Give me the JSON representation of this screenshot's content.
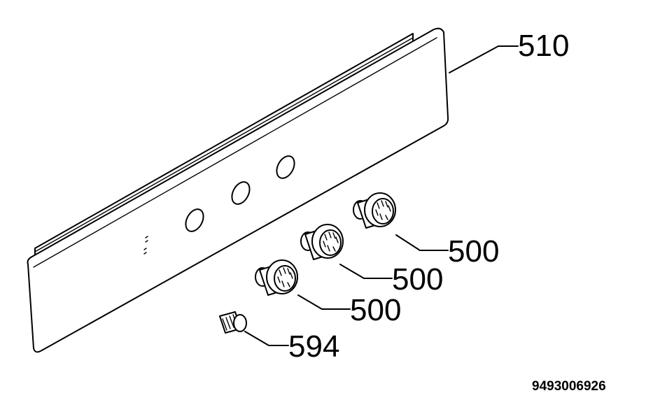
{
  "diagram": {
    "parts": [
      {
        "id": "panel",
        "label": "510"
      },
      {
        "id": "knob-1",
        "label": "500"
      },
      {
        "id": "knob-2",
        "label": "500"
      },
      {
        "id": "knob-3",
        "label": "500"
      },
      {
        "id": "screw",
        "label": "594"
      }
    ],
    "drawing_number": "9493006926"
  }
}
